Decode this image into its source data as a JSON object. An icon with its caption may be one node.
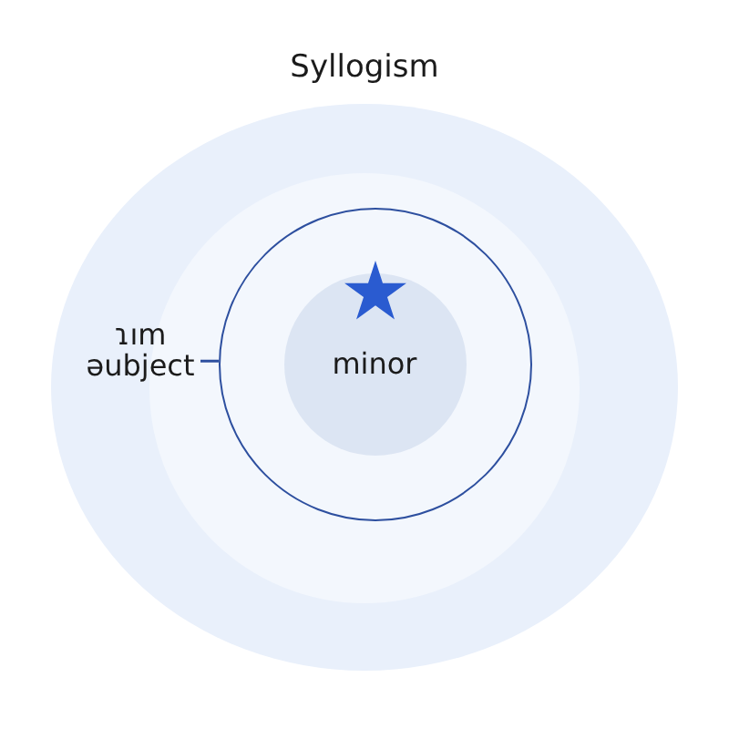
{
  "diagram": {
    "title": "Syllogism",
    "nodes": [
      {
        "text": [],
        "shape": "circle"
      },
      {
        "text": [],
        "shape": "circle",
        "in": 0
      },
      {
        "text": [],
        "shape": "circle",
        "in": 1
      },
      {
        "text": [
          "minor"
        ],
        "in": 2
      },
      {
        "text": [
          "ɿım",
          "əubject"
        ],
        "in": 0
      }
    ],
    "edges": [
      {
        "from": 4,
        "to": 2,
        "arrow": "none"
      }
    ]
  }
}
